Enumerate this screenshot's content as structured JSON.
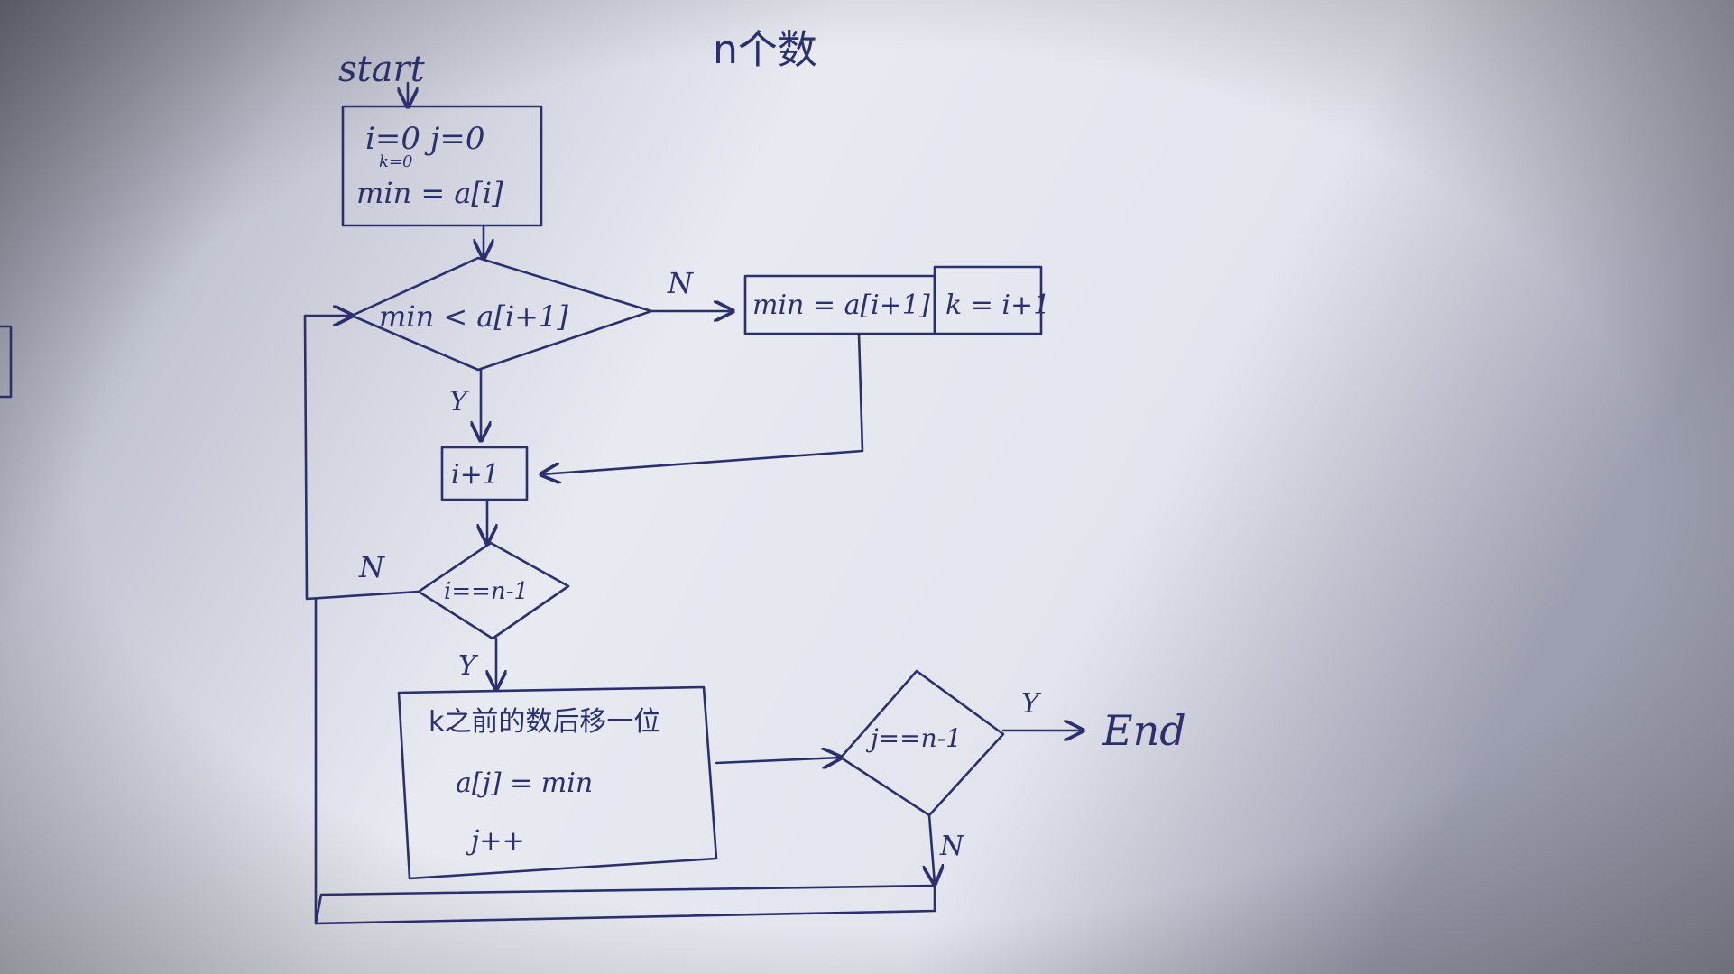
{
  "title": "n个数",
  "start_label": "start",
  "end_label": "End",
  "nodes": {
    "init": {
      "line1": "i=0   j=0",
      "line2": "k=0",
      "line3": "min = a[i]"
    },
    "compare": "min < a[i+1]",
    "assign_min": "min = a[i+1]",
    "assign_k": "k = i+1",
    "increment_i": "i+1",
    "check_i": "i==n-1",
    "shift": {
      "line1": "k之前的数后移一位",
      "line2": "a[j] = min",
      "line3": "j++"
    },
    "check_j": "j==n-1"
  },
  "edges": {
    "compare_no": "N",
    "compare_yes": "Y",
    "check_i_no": "N",
    "check_i_yes": "Y",
    "check_j_yes": "Y",
    "check_j_no": "N"
  },
  "colors": {
    "ink": "#2c2f6e",
    "paper": "#e6e8f1",
    "shadow": "#5f6270"
  }
}
